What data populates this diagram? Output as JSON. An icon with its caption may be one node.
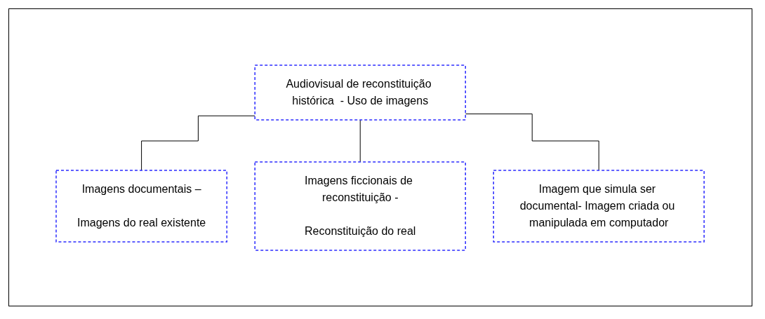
{
  "diagram": {
    "nodes": [
      {
        "text": [
          "Audiovisual de reconstituição histórica  - Uso de imagens"
        ]
      },
      {
        "text": [
          "Imagens documentais –",
          "Imagens do real existente"
        ]
      },
      {
        "text": [
          "Imagens ficcionais de reconstituição -",
          "Reconstituição do real"
        ]
      },
      {
        "text": [
          "Imagem que simula ser documental- Imagem criada ou manipulada em computador"
        ]
      }
    ],
    "edges": [
      {
        "from": 0,
        "to": 1,
        "arrow": "none"
      },
      {
        "from": 0,
        "to": 2,
        "arrow": "none"
      },
      {
        "from": 0,
        "to": 3,
        "arrow": "none"
      }
    ]
  }
}
